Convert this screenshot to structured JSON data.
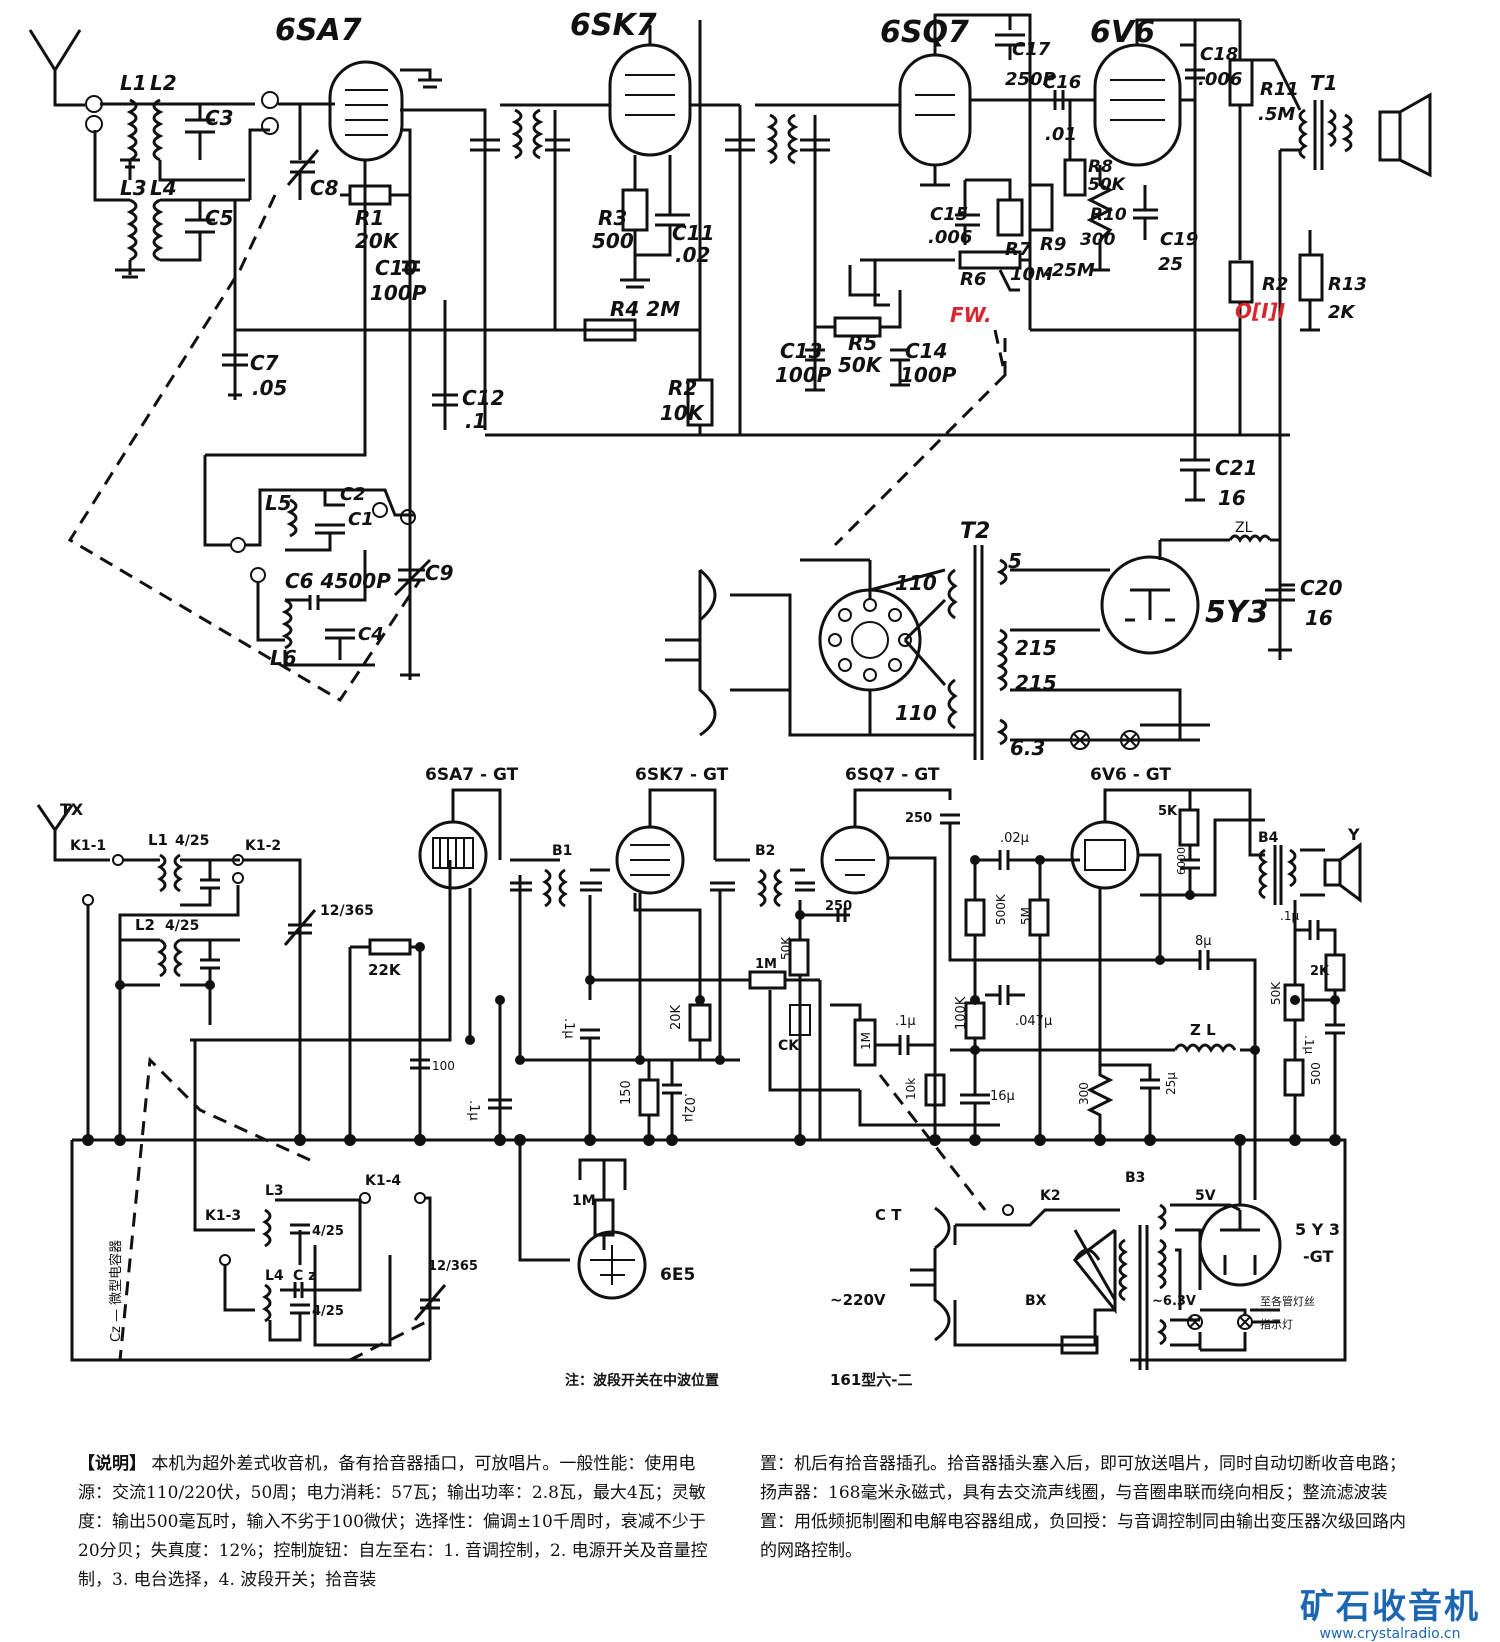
{
  "top_diagram": {
    "tubes": [
      "6SA7",
      "6SK7",
      "6SQ7",
      "6V6",
      "5Y3"
    ],
    "labels": {
      "L1": "L1",
      "L2": "L2",
      "L3": "L3",
      "L4": "L4",
      "L5": "L5",
      "L6": "L6",
      "C3": "C3",
      "C5": "C5",
      "C8": "C8",
      "C1": "C1",
      "C2": "C2",
      "C4": "C4",
      "C9": "C9",
      "C6": "C6 4500P",
      "R1": "R1",
      "R1v": "20K",
      "C10": "C10",
      "C10v": "100P",
      "C7": "C7",
      "C7v": ".05",
      "C12": "C12",
      "C12v": ".1",
      "R3": "R3",
      "R3v": "500",
      "C11": "C11",
      "C11v": ".02",
      "R4": "R4 2M",
      "R2": "R2",
      "R2v": "10K",
      "C13": "C13",
      "C13v": "100P",
      "R5": "R5",
      "R5v": "50K",
      "C14": "C14",
      "C14v": "100P",
      "C17": "C17",
      "C17v": "250P",
      "C16": "C16",
      "C16v": ".01",
      "C15": "C15",
      "C15v": ".006",
      "R6": "R6",
      "R7": "R7",
      "R7v": "10M",
      "FW": "FW.",
      "R8": "R8",
      "R8v": "50K",
      "R9": "R9",
      "R9v": ".25M",
      "R10": "R10",
      "R10v": "300",
      "C19": "C19",
      "C19v": "25",
      "C18": "C18",
      "C18v": ".006",
      "R11": "R11",
      "R11v": ".5M",
      "R12": "R2",
      "R12v": "O[I]I",
      "R13": "R13",
      "R13v": "2K",
      "T1": "T1",
      "C21": "C21",
      "C21v": "16",
      "C20": "C20",
      "C20v": "16",
      "T2": "T2",
      "ZL": "ZL",
      "w110a": "110",
      "w110b": "110",
      "w5": "5",
      "w215a": "215",
      "w215b": "215",
      "w63": "6.3"
    }
  },
  "bottom_diagram": {
    "tubes": [
      "6SA7 - GT",
      "6SK7 - GT",
      "6SQ7 - GT",
      "6V6 - GT",
      "5 Y 3",
      "-GT",
      "6E5"
    ],
    "labels": {
      "TX": "TX",
      "K1_1": "K1-1",
      "K1_2": "K1-2",
      "K1_3": "K1-3",
      "K1_4": "K1-4",
      "K2": "K2",
      "L1": "L1",
      "L2": "L2",
      "L3": "L3",
      "L4": "L4",
      "t1": "4/25",
      "t2": "4/25",
      "t3": "4/25",
      "t4": "4/25",
      "vc1": "12/365",
      "vc2": "12/365",
      "r22k": "22K",
      "c100": "100",
      "c1a": ".1μ",
      "c1b": ".1μ",
      "B1": "B1",
      "B2": "B2",
      "B3": "B3",
      "B4": "B4",
      "r20k": "20K",
      "r150": "150",
      "c02": ".02μ",
      "r1Ma": "1M",
      "r50ka": "50K",
      "c250a": "250",
      "c250b": "250",
      "CK": "CK",
      "r1Mb": "1M",
      "c1c": ".1μ",
      "r10k": "10k",
      "r500k": "500K",
      "r5M": "5M",
      "c02b": ".02μ",
      "r100k": "100K",
      "c047": ".047μ",
      "c16": "16μ",
      "r300": "300",
      "c25": "25μ",
      "r5k": "5K",
      "c6000": "6000",
      "c8": "8μ",
      "ZL": "Z L",
      "r50kb": "50K",
      "r2k": "2K",
      "c1d": ".1μ",
      "c1e": ".1μ",
      "r500": "500",
      "Y": "Y",
      "CT": "C T",
      "v220": "~220V",
      "BX": "BX",
      "v5": "5V",
      "v63": "~6.3V",
      "to_fil": "至各管灯丝",
      "pilot": "指示灯",
      "r1Mc": "1M",
      "Cz": "C z",
      "Cz_legend": "Cz — 微型电容器",
      "Cz_side": "微型电容器",
      "note": "注：波段开关在中波位置",
      "model": "161型六-二"
    }
  },
  "caption": {
    "head": "【说明】",
    "left": "本机为超外差式收音机，备有拾音器插口，可放唱片。一般性能：使用电源：交流110/220伏，50周；电力消耗：57瓦；输出功率：2.8瓦，最大4瓦；灵敏度：输出500毫瓦时，输入不劣于100微伏；选择性：偏调±10千周时，衰减不少于20分贝；失真度：12%；控制旋钮：自左至右：1. 音调控制，2. 电源开关及音量控制，3. 电台选择，4. 波段开关；拾音装",
    "right": "置：机后有拾音器插孔。拾音器插头塞入后，即可放送唱片，同时自动切断收音电路；扬声器：168毫米永磁式，具有去交流声线圈，与音圈串联而绕向相反；整流滤波装置：用低频扼制圈和电解电容器组成，负回授：与音调控制同由输出变压器次级回路内的网路控制。"
  },
  "watermark": {
    "name": "矿石收音机",
    "url": "www.crystalradio.cn"
  }
}
